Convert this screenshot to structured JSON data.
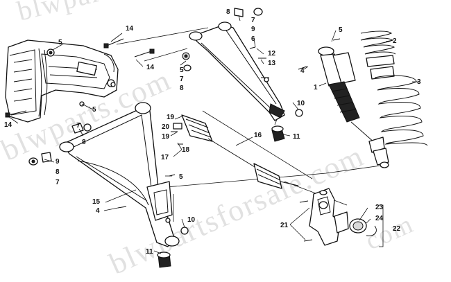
{
  "watermark": {
    "text_1": "blwparts.com",
    "text_2": "blwpartsforsale.com",
    "text_3": "blwparts",
    "text_4": "com"
  },
  "callouts": {
    "c1": "1",
    "c2": "2",
    "c3": "3",
    "c4a": "4",
    "c4b": "4",
    "c5a": "5",
    "c5b": "5",
    "c5c": "5",
    "c5d": "5",
    "c5e": "5",
    "c6": "6",
    "c7a": "7",
    "c7b": "7",
    "c7c": "7",
    "c7d": "7",
    "c8a": "8",
    "c8b": "8",
    "c8c": "8",
    "c8d": "8",
    "c9a": "9",
    "c9b": "9",
    "c10a": "10",
    "c10b": "10",
    "c11a": "11",
    "c11b": "11",
    "c12": "12",
    "c13": "13",
    "c14a": "14",
    "c14b": "14",
    "c14c": "14",
    "c15": "15",
    "c16": "16",
    "c17": "17",
    "c18": "18",
    "c19a": "19",
    "c19b": "19",
    "c20": "20",
    "c21": "21",
    "c22": "22",
    "c23": "23",
    "c24": "24"
  }
}
